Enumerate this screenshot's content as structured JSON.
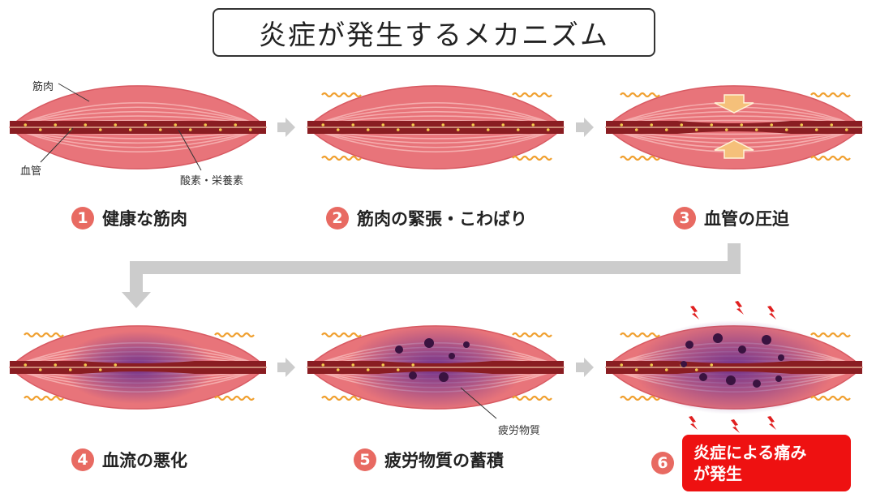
{
  "title": "炎症が発生するメカニズム",
  "labels": {
    "muscle": "筋肉",
    "vessel": "血管",
    "nutrients": "酸素・栄養素",
    "waste": "疲労物質"
  },
  "steps": [
    {
      "num": "1",
      "label": "健康な筋肉"
    },
    {
      "num": "2",
      "label": "筋肉の緊張・こわばり"
    },
    {
      "num": "3",
      "label": "血管の圧迫"
    },
    {
      "num": "4",
      "label": "血流の悪化"
    },
    {
      "num": "5",
      "label": "疲労物質の蓄積"
    },
    {
      "num": "6",
      "label_line1": "炎症による痛み",
      "label_line2": "が発生"
    }
  ],
  "colors": {
    "muscle": "#e8747a",
    "muscle_stripe": "#f6b3b3",
    "vessel": "#8a1d22",
    "nutrient_dot": "#f2c94c",
    "stiffness_squiggle": "#f0a030",
    "arrow": "#cccccc",
    "pressure_arrow": "#f5c07a",
    "stagnation": "#6a2d8a",
    "waste_dot": "#3a1340",
    "pain_mark": "#e02020",
    "step_number": "#e86a62",
    "highlight_box": "#ee1111"
  }
}
